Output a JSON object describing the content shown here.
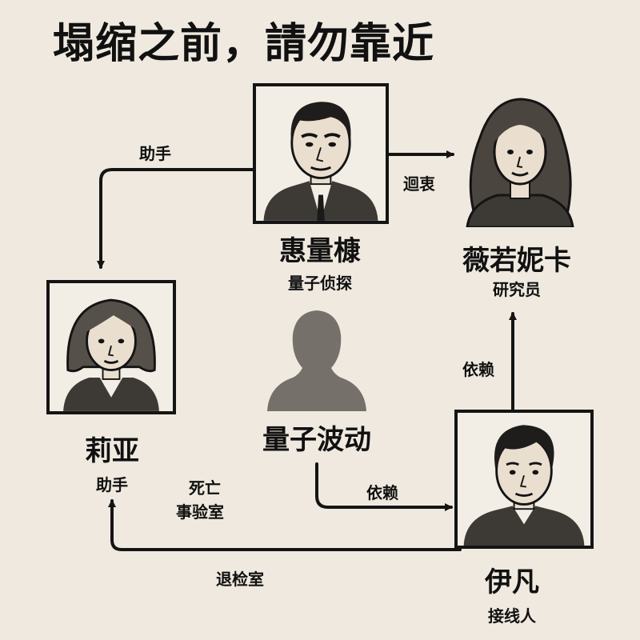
{
  "title": "塌缩之前，請勿靠近",
  "nodes": {
    "hui": {
      "name": "惠量槺",
      "role": "量子侦探",
      "icon": "man-portrait"
    },
    "vivian": {
      "name": "薇若妮卡",
      "role": "研究员",
      "icon": "woman-portrait"
    },
    "lia": {
      "name": "莉亚",
      "role": "助手",
      "icon": "woman-portrait"
    },
    "shadow": {
      "name": "量子波动",
      "icon": "silhouette"
    },
    "ivan": {
      "name": "伊凡",
      "role": "接线人",
      "icon": "young-man-portrait"
    }
  },
  "edges": {
    "hui_to_lia": "助手",
    "hui_to_vivian": "迴衷",
    "ivan_to_vivian": "依赖",
    "shadow_to_ivan": "依赖",
    "lia_death_line1": "死亡",
    "lia_death_line2": "事验室",
    "ivan_to_lia": "退检室"
  },
  "colors": {
    "background": "#efe9df",
    "ink": "#141414",
    "silhouette": "#75716a"
  }
}
